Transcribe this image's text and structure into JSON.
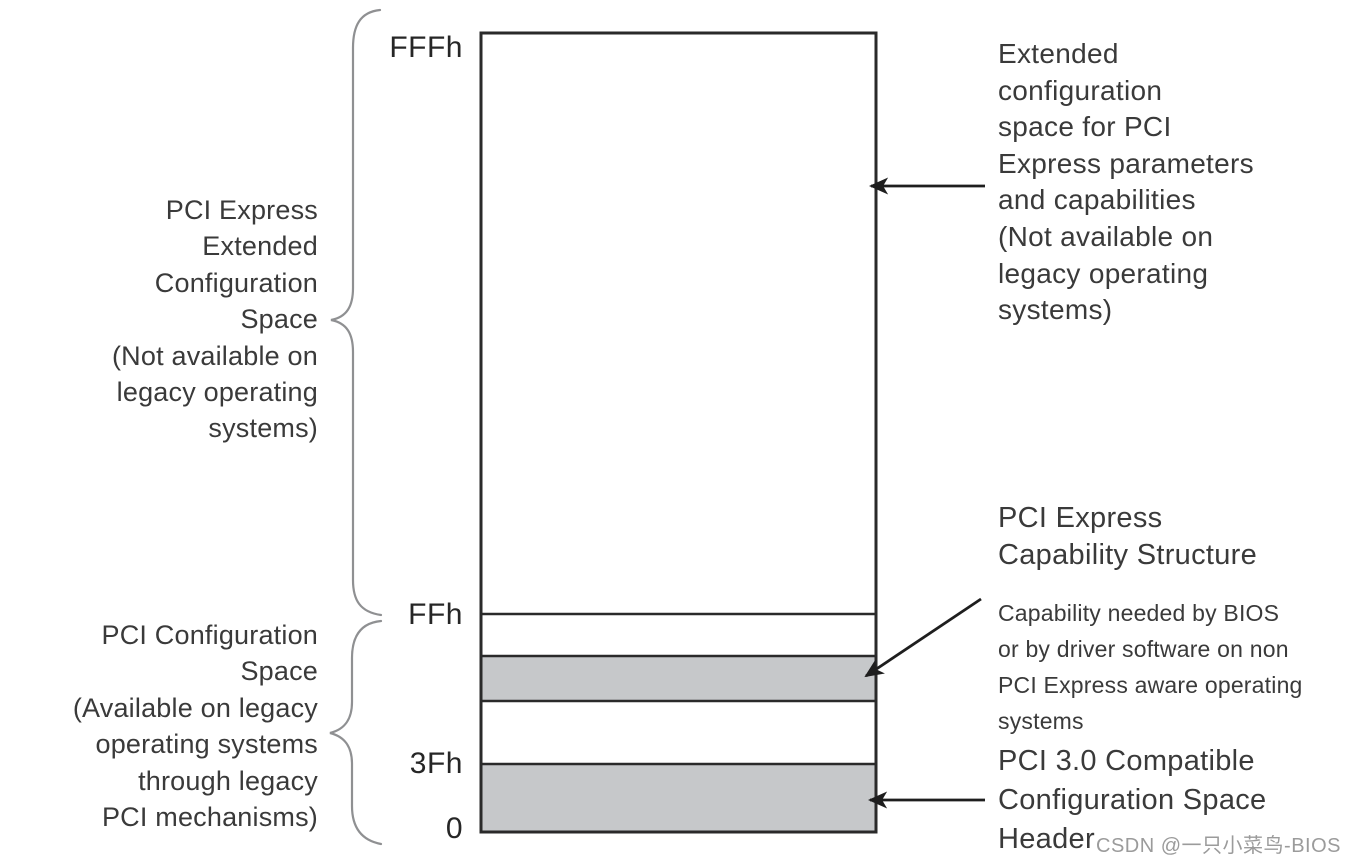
{
  "memory_map": {
    "address_labels": {
      "fffh": "FFFh",
      "ffh": "FFh",
      "threefh": "3Fh",
      "zero": "0"
    },
    "left_brace_labels": {
      "extended_space": {
        "lines": [
          "PCI Express",
          "Extended",
          "Configuration",
          "Space",
          "(Not available on",
          "legacy operating",
          "systems)"
        ]
      },
      "pci_space": {
        "lines": [
          "PCI Configuration",
          "Space",
          "(Available on legacy",
          "operating systems",
          "through legacy",
          "PCI mechanisms)"
        ]
      }
    },
    "annotations": {
      "extended_config": {
        "lines": [
          "Extended",
          "configuration",
          "space for PCI",
          "Express parameters",
          "and capabilities",
          "(Not available on",
          "legacy operating",
          "systems)"
        ]
      },
      "capability_structure": {
        "title_lines": [
          "PCI Express",
          "Capability Structure"
        ],
        "body_lines": [
          "Capability needed  by BIOS",
          "or by driver software on non",
          "PCI Express aware operating",
          "systems"
        ]
      },
      "pci30_header": {
        "lines": [
          "PCI 3.0 Compatible",
          "Configuration Space",
          "Header"
        ]
      }
    },
    "regions": [
      {
        "name": "extended-configuration-space",
        "range": "FFh-FFFh",
        "fill": "white"
      },
      {
        "name": "pci-express-capability-structure",
        "fill": "gray"
      },
      {
        "name": "pci-3.0-compatible-configuration-space-header",
        "range": "0-3Fh",
        "fill": "gray"
      }
    ],
    "colors": {
      "band_fill": "#c6c8ca",
      "outline": "#2a2a2a",
      "brace": "#8f9092",
      "text": "#3a3a3a",
      "watermark": "#9b9b9b"
    },
    "watermark": "CSDN @一只小菜鸟-BIOS"
  }
}
